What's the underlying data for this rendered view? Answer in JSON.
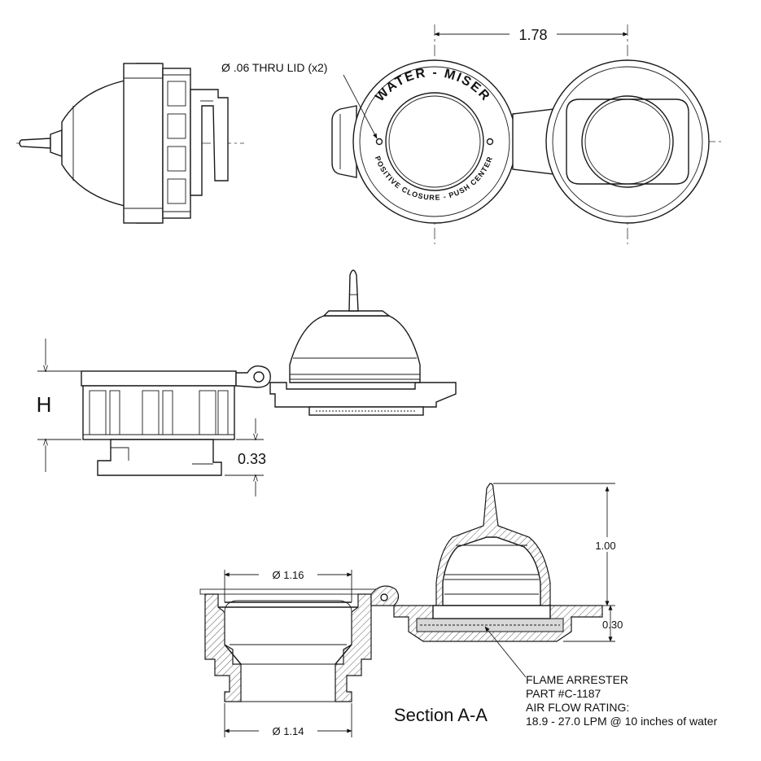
{
  "dimensions": {
    "width_top": "1.78",
    "hole_note": "Ø .06 THRU LID (x2)",
    "height_label": "H",
    "step_height": "0.33",
    "inner_diameter": "Ø 1.16",
    "outer_diameter": "Ø 1.14",
    "cap_height": "1.00",
    "cap_base": "0.30"
  },
  "lid_text": {
    "top_arc": "WATER - MISER",
    "bottom_arc": "POSITIVE CLOSURE - PUSH CENTER"
  },
  "section_label": "Section A-A",
  "callout": {
    "line1": "FLAME ARRESTER",
    "line2": "PART #C-1187",
    "line3": "AIR FLOW RATING:",
    "line4": "18.9 - 27.0 LPM @ 10 inches of water"
  }
}
